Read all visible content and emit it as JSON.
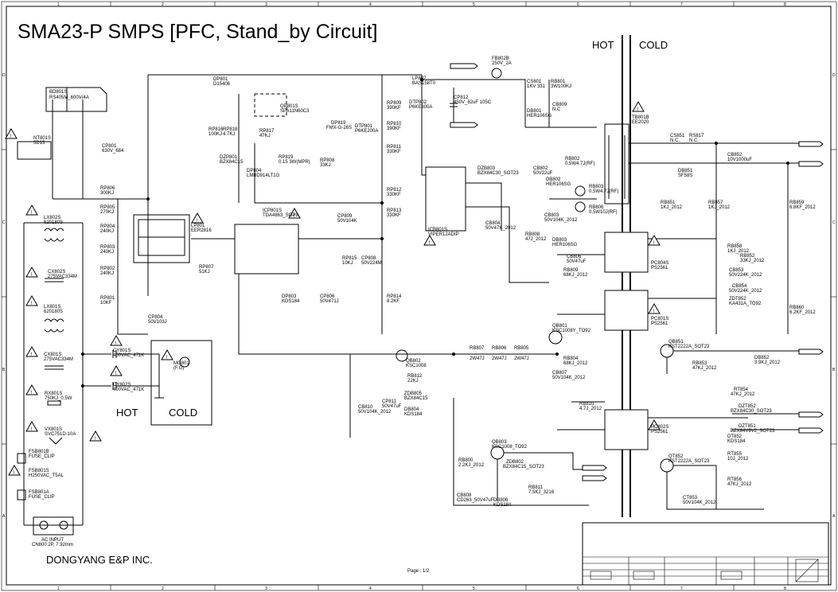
{
  "title": "SMA23-P SMPS [PFC, Stand_by Circuit]",
  "company": "DONGYANG E&P INC.",
  "page": "Page : 1/2",
  "isolation": {
    "hot": "HOT",
    "cold": "COLD"
  },
  "frame": {
    "cols": [
      "1",
      "2",
      "3",
      "4",
      "5",
      "6",
      "7",
      "8"
    ],
    "rows": [
      "D",
      "C",
      "B",
      "A"
    ]
  },
  "components": [
    {
      "ref": "BD801S",
      "val": "RS405M_600V/4A"
    },
    {
      "ref": "NT801S",
      "val": "5D13"
    },
    {
      "ref": "CP801",
      "val": "630V_684"
    },
    {
      "ref": "LX802S",
      "val": "620180S"
    },
    {
      "ref": "CX802S",
      "val": "275VAC334M"
    },
    {
      "ref": "LX801S",
      "val": "620180S"
    },
    {
      "ref": "CX801S",
      "val": "275VAC334M"
    },
    {
      "ref": "CY801S",
      "val": "400VAC_471K"
    },
    {
      "ref": "CY802S",
      "val": "400VAC_471K"
    },
    {
      "ref": "RX801S",
      "val": "750KJ_0.5W"
    },
    {
      "ref": "VX801S",
      "val": "SVC751D-10A"
    },
    {
      "ref": "FSB801B",
      "val": "FUSE_CLIP"
    },
    {
      "ref": "FSB801S",
      "val": "H250VAC_T5AL"
    },
    {
      "ref": "FSB801A",
      "val": "FUSE_CLIP"
    },
    {
      "ref": "AC INPUT",
      "val": "CN800 2P, 7.92mm"
    },
    {
      "ref": "MG801",
      "val": "(F.G)"
    },
    {
      "ref": "DP801",
      "val": "D15406"
    },
    {
      "ref": "RP806",
      "val": "300KJ"
    },
    {
      "ref": "RP805",
      "val": "270KJ"
    },
    {
      "ref": "RP804",
      "val": "240KJ"
    },
    {
      "ref": "RP803",
      "val": "240KJ"
    },
    {
      "ref": "RP802",
      "val": "240KJ"
    },
    {
      "ref": "RP801",
      "val": "10KF"
    },
    {
      "ref": "CP804",
      "val": "50V103J"
    },
    {
      "ref": "LP801",
      "val": "EER2816"
    },
    {
      "ref": "RP807",
      "val": "51KJ"
    },
    {
      "ref": "RP816",
      "val": "100KJ"
    },
    {
      "ref": "RP817",
      "val": "47KJ"
    },
    {
      "ref": "RP818",
      "val": "4.7KJ"
    },
    {
      "ref": "QP801S",
      "val": "SPA11N60C3"
    },
    {
      "ref": "DZP801",
      "val": "BZX84C15"
    },
    {
      "ref": "DP804",
      "val": "LMBD914LT1G"
    },
    {
      "ref": "RP819",
      "val": "0.15 3W(MPR)"
    },
    {
      "ref": "RP808",
      "val": "33KJ"
    },
    {
      "ref": "DP819",
      "val": "FMX-G-26S"
    },
    {
      "ref": "ICP801S",
      "val": "TDA4863_SOP8"
    },
    {
      "ref": "CP809",
      "val": "50V104K"
    },
    {
      "ref": "RP815",
      "val": "10KJ"
    },
    {
      "ref": "CP808",
      "val": "50V224M"
    },
    {
      "ref": "DP803",
      "val": "KDS184"
    },
    {
      "ref": "CP806",
      "val": "50V471J"
    },
    {
      "ref": "RP814",
      "val": "8.2KF"
    },
    {
      "ref": "RP809",
      "val": "390KF"
    },
    {
      "ref": "RP810",
      "val": "390KF"
    },
    {
      "ref": "RP811",
      "val": "330KF"
    },
    {
      "ref": "RP812",
      "val": "330KF"
    },
    {
      "ref": "RP813",
      "val": "330KF"
    },
    {
      "ref": "DTP801",
      "val": "P6KE200A"
    },
    {
      "ref": "DTP802",
      "val": "P6KE300A"
    },
    {
      "ref": "LP802",
      "val": "BAS158T0"
    },
    {
      "ref": "CP812",
      "val": "450V_82uF 105C"
    },
    {
      "ref": "FB802B",
      "val": "250V_2A"
    },
    {
      "ref": "CS801",
      "val": "1KV 331"
    },
    {
      "ref": "RB801",
      "val": "3W100KJ"
    },
    {
      "ref": "DB801",
      "val": "HER106SG"
    },
    {
      "ref": "CB809",
      "val": "N.C"
    },
    {
      "ref": "ICB801S",
      "val": "VIPER12ADIP"
    },
    {
      "ref": "DZB803",
      "val": "BZX84C30_SOT23"
    },
    {
      "ref": "CB802",
      "val": "50V22uF"
    },
    {
      "ref": "DB802",
      "val": "HER106SG"
    },
    {
      "ref": "RB802",
      "val": "0.5W4.7J(RF)"
    },
    {
      "ref": "RB803",
      "val": "0.5W4.7J(RF)"
    },
    {
      "ref": "RB806",
      "val": "0.5W10J(RF)"
    },
    {
      "ref": "CB804",
      "val": "50V47K_2012"
    },
    {
      "ref": "CB803",
      "val": "50V104K_2012"
    },
    {
      "ref": "RB808",
      "val": "47J_2012"
    },
    {
      "ref": "DB803",
      "val": "HER106SG"
    },
    {
      "ref": "CB806",
      "val": "50V47uF"
    },
    {
      "ref": "RB809",
      "val": "68KJ_2012"
    },
    {
      "ref": "TB801B",
      "val": "EE2020"
    },
    {
      "ref": "CS851",
      "val": "N.C."
    },
    {
      "ref": "RS817",
      "val": "N.C."
    },
    {
      "ref": "DB851",
      "val": "SF58S"
    },
    {
      "ref": "CB852",
      "val": "10V1000uF"
    },
    {
      "ref": "RB851",
      "val": "1KJ_2012"
    },
    {
      "ref": "RB857",
      "val": "1KJ_2012"
    },
    {
      "ref": "RB859",
      "val": "6.8KF_2012"
    },
    {
      "ref": "PC804S",
      "val": "PS2561"
    },
    {
      "ref": "PC801S",
      "val": "PS2561"
    },
    {
      "ref": "RB858",
      "val": "1KJ_2012"
    },
    {
      "ref": "RB852",
      "val": "33KJ_2012"
    },
    {
      "ref": "CB853",
      "val": "50V224K_2012"
    },
    {
      "ref": "CB854",
      "val": "50V224K_2012"
    },
    {
      "ref": "ZDT852",
      "val": "KA431A_TO92"
    },
    {
      "ref": "RB860",
      "val": "6.2KF_2012"
    },
    {
      "ref": "QB801",
      "val": "KSC1008Y_TO92"
    },
    {
      "ref": "RB807",
      "val": "2W47J"
    },
    {
      "ref": "RB806",
      "val": "2W47J"
    },
    {
      "ref": "RB805",
      "val": "2W47J"
    },
    {
      "ref": "RB804",
      "val": "68KJ_2012"
    },
    {
      "ref": "CB807",
      "val": "50V104K_2012"
    },
    {
      "ref": "QB802",
      "val": "KSC1008"
    },
    {
      "ref": "RB812",
      "val": "22KJ"
    },
    {
      "ref": "ZDB805",
      "val": "BZX84C15"
    },
    {
      "ref": "CP811",
      "val": "50V47uF"
    },
    {
      "ref": "CB810",
      "val": "50V104K_2012"
    },
    {
      "ref": "DB804",
      "val": "KDS184"
    },
    {
      "ref": "RB810",
      "val": "4.7J_2012"
    },
    {
      "ref": "QB851",
      "val": "KST2222A_SOT23"
    },
    {
      "ref": "RB853",
      "val": "47KJ_2012"
    },
    {
      "ref": "DB852",
      "val": "3.9KJ_2012"
    },
    {
      "ref": "PC802S",
      "val": "PS2561"
    },
    {
      "ref": "RT854",
      "val": "47KJ_2012"
    },
    {
      "ref": "DZT852",
      "val": "BZX84C30_SOT23"
    },
    {
      "ref": "DZT851",
      "val": "BZX84V9V2_SOT23"
    },
    {
      "ref": "DT852",
      "val": "KDS184"
    },
    {
      "ref": "QT852",
      "val": "KST2222A_SOT23"
    },
    {
      "ref": "RT855",
      "val": "10J_2012"
    },
    {
      "ref": "RT856",
      "val": "47KJ_2012"
    },
    {
      "ref": "CT853",
      "val": "50V104K_2012"
    },
    {
      "ref": "QB803",
      "val": "KSC1008_TO92"
    },
    {
      "ref": "RB800",
      "val": "2.2KJ_2012"
    },
    {
      "ref": "ZDB802",
      "val": "BZX84C15_SOT23"
    },
    {
      "ref": "CB808",
      "val": "CD263_50V47uF"
    },
    {
      "ref": "DB806",
      "val": "KDS184"
    },
    {
      "ref": "RB811",
      "val": "7.5KJ_3216"
    }
  ]
}
